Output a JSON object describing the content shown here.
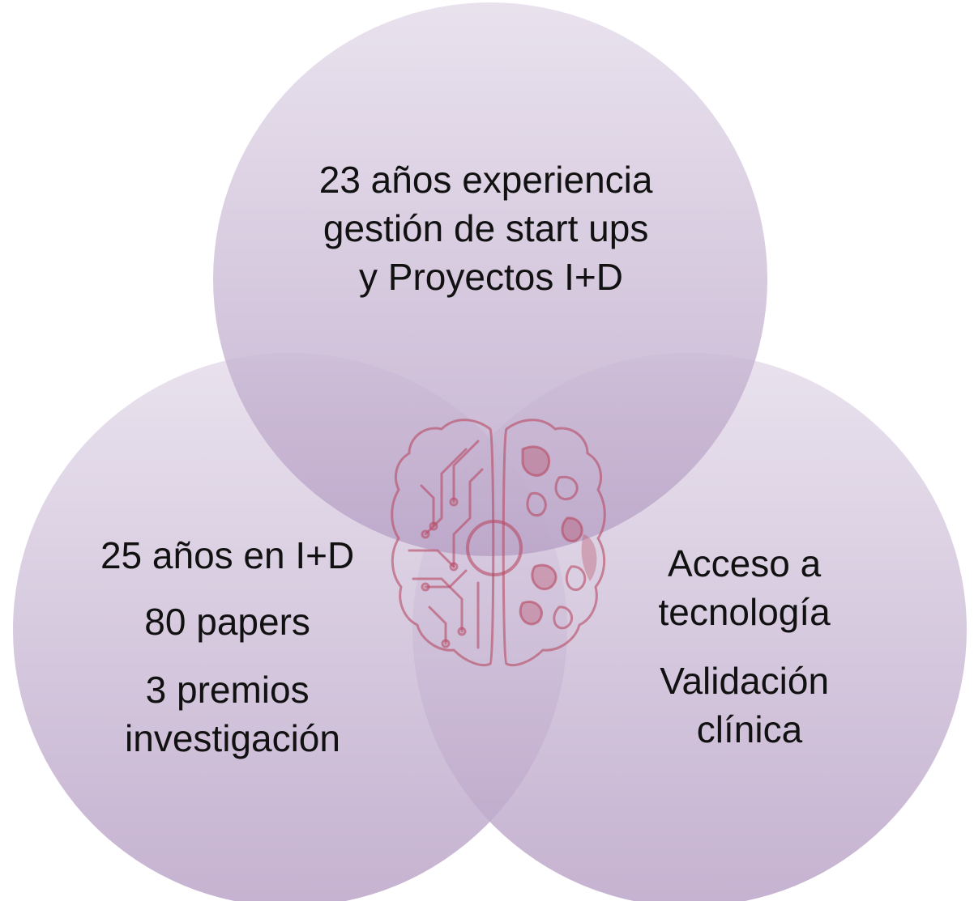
{
  "colors": {
    "circle_top": "#e4dcea",
    "circle_bottom": "#b8a1c6",
    "brain": "#b84a62"
  },
  "circles": {
    "top": {
      "lines": [
        "23 años experiencia",
        "gestión de start ups",
        "y Proyectos I+D"
      ]
    },
    "left": {
      "groups": [
        [
          "25 años en I+D"
        ],
        [
          "80 papers"
        ],
        [
          "3 premios",
          "investigación"
        ]
      ]
    },
    "right": {
      "groups": [
        [
          "Acceso a",
          "tecnología"
        ],
        [
          "Validación",
          "clínica"
        ]
      ]
    }
  },
  "center": {
    "icon": "brain-circuit-icon"
  }
}
